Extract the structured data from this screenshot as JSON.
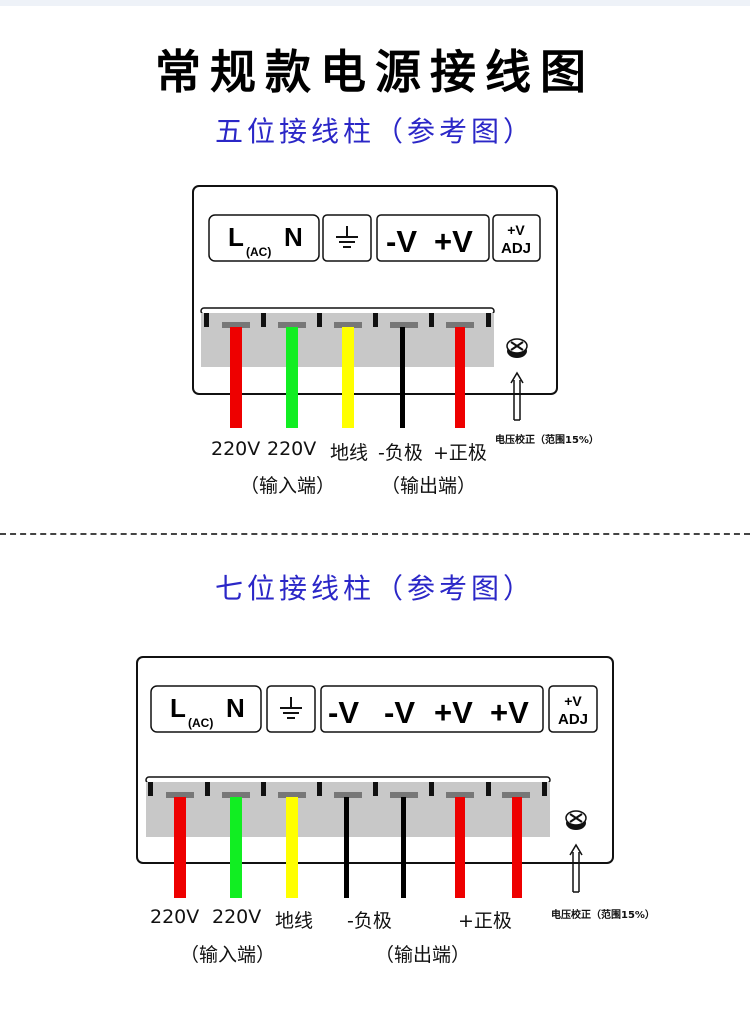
{
  "title": "常规款电源接线图",
  "five": {
    "subtitle": "五位接线柱（参考图）",
    "panel": {
      "l": "L",
      "ac": "(AC)",
      "n": "N",
      "ground": "⏚",
      "neg": "-V",
      "pos": "+V",
      "adj_top": "+V",
      "adj_bottom": "ADJ"
    },
    "labels": {
      "l220a": "220V",
      "l220b": "220V",
      "ground": "地线",
      "neg": "-负极",
      "pos": "+正极",
      "input": "（输入端）",
      "output": "（输出端）"
    },
    "note": "电压校正（范围15%）"
  },
  "seven": {
    "subtitle": "七位接线柱（参考图）",
    "panel": {
      "l": "L",
      "ac": "(AC)",
      "n": "N",
      "ground": "⏚",
      "neg1": "-V",
      "neg2": "-V",
      "pos1": "+V",
      "pos2": "+V",
      "adj_top": "+V",
      "adj_bottom": "ADJ"
    },
    "labels": {
      "l220a": "220V",
      "l220b": "220V",
      "ground": "地线",
      "neg": "-负极",
      "pos": "+正极",
      "input": "（输入端）",
      "output": "（输出端）"
    },
    "note": "电压校正（范围15%）"
  },
  "colors": {
    "live": "#ee0000",
    "neutral": "#11ee22",
    "earth": "#ffff00",
    "dc": "#000000",
    "terminal": "#c8c8c8",
    "title_blue": "#2b27c7"
  }
}
